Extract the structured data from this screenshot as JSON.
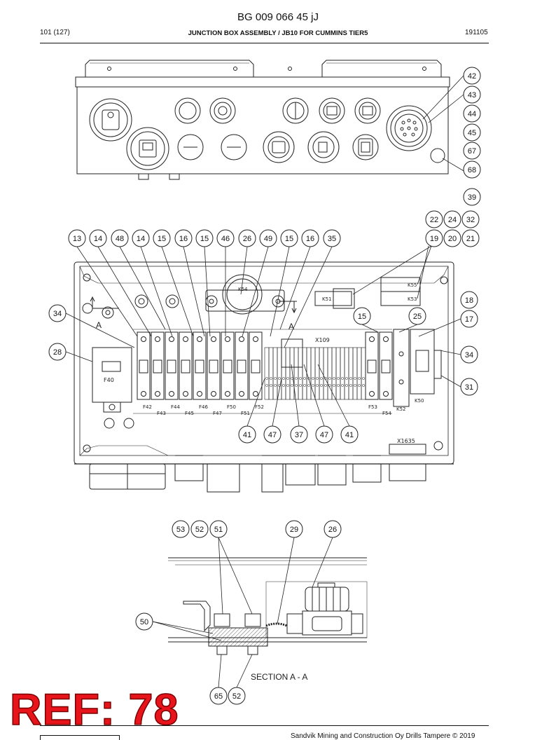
{
  "document": {
    "title": "BG 009 066 45 jJ",
    "page": "101 (127)",
    "heading": "JUNCTION BOX ASSEMBLY / JB10 FOR CUMMINS TIER5",
    "date": "191105",
    "footer": "Sandvik Mining and Construction Oy Drills Tampere © 2019",
    "ref_stamp": "REF: 78"
  },
  "top_view": {
    "callouts": [
      "42",
      "43",
      "44",
      "45",
      "67",
      "68",
      "39"
    ]
  },
  "front_view": {
    "callouts_top": [
      "13",
      "14",
      "48",
      "14",
      "15",
      "16",
      "15",
      "46",
      "26",
      "49",
      "15",
      "16",
      "35"
    ],
    "callouts_top_right_row1": [
      "22",
      "24",
      "32"
    ],
    "callouts_top_right_row2": [
      "19",
      "20",
      "21"
    ],
    "callouts_right": [
      "18",
      "17",
      "34",
      "31"
    ],
    "callouts_left": [
      "34",
      "28"
    ],
    "callouts_mid": [
      "15",
      "25"
    ],
    "callouts_bottom": [
      "41",
      "47",
      "37",
      "47",
      "41"
    ],
    "section_marker": "A",
    "terminal_label": "X109",
    "connector_label": "X1635",
    "relay_labels": {
      "k54": "K54",
      "k51": "K51",
      "k55": "K55",
      "k53": "K53",
      "k52": "K52",
      "k50": "K50"
    },
    "fuse_labels_row1": [
      "F42",
      "F44",
      "F46",
      "F50",
      "F52"
    ],
    "fuse_labels_row2": [
      "F43",
      "F45",
      "F47",
      "F51"
    ],
    "fuse_labels_right": [
      "F53",
      "F54"
    ],
    "breaker_label": "F40"
  },
  "section_view": {
    "title": "SECTION A - A",
    "callouts_top": [
      "53",
      "52",
      "51",
      "29",
      "26"
    ],
    "callouts_left": [
      "50"
    ],
    "callouts_bottom": [
      "65",
      "52"
    ]
  }
}
